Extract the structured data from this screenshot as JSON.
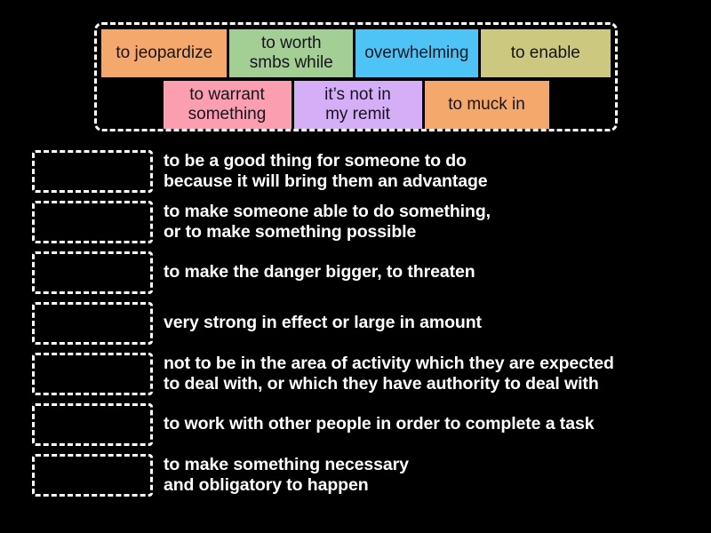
{
  "word_bank": {
    "rows": [
      [
        {
          "label": "to jeopardize",
          "color": "#f4a86b"
        },
        {
          "label": "to worth\nsmbs while",
          "color": "#a3ce94"
        },
        {
          "label": "overwhelming",
          "color": "#4dc4f5"
        },
        {
          "label": "to enable",
          "color": "#ccc880"
        }
      ],
      [
        {
          "label": "to warrant\nsomething",
          "color": "#fa9eb0"
        },
        {
          "label": "it’s not in\nmy remit",
          "color": "#d5aef8"
        },
        {
          "label": "to muck in",
          "color": "#f4a86b"
        }
      ]
    ]
  },
  "definitions": [
    {
      "text": "to be a good thing for someone to do\nbecause it will bring them an advantage"
    },
    {
      "text": "to make someone able to do something,\nor to make something possible"
    },
    {
      "text": "to make the danger bigger, to threaten"
    },
    {
      "text": "very strong in effect or large in amount"
    },
    {
      "text": "not to be in the area of activity which they are expected\nto deal with, or which they have authority to deal with"
    },
    {
      "text": "to work with other people in order to complete a task"
    },
    {
      "text": "to make something necessary\nand obligatory to happen"
    }
  ],
  "theme": {
    "background": "#000000",
    "outline": "#ffffff",
    "text_on_tile": "#15151b",
    "text_on_background": "#ffffff"
  }
}
